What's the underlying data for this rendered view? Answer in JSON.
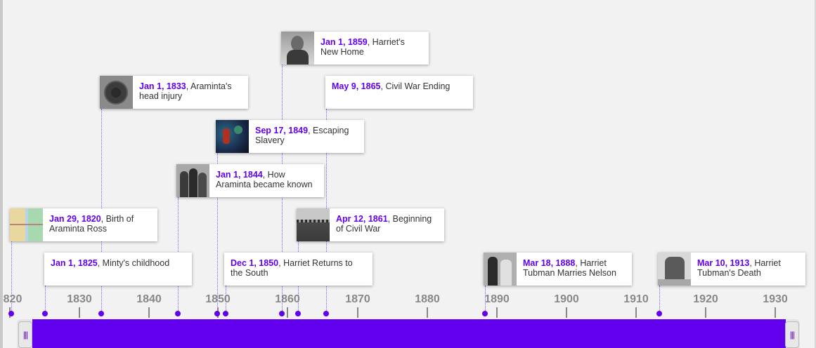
{
  "events": [
    {
      "date": "Jan 1, 1859",
      "title": "Harriet's New Home",
      "icon": "portrait-photo-icon"
    },
    {
      "date": "Jan 1, 1833",
      "title": "Araminta's head injury",
      "icon": "iron-weight-photo-icon"
    },
    {
      "date": "May 9, 1865",
      "title": "Civil War Ending"
    },
    {
      "date": "Sep 17, 1849",
      "title": "Escaping Slavery",
      "icon": "painting-icon"
    },
    {
      "date": "Jan 1, 1844",
      "title": "How Araminta became known",
      "icon": "group-photo-icon"
    },
    {
      "date": "Jan 29, 1820",
      "title": "Birth of Araminta Ross",
      "icon": "map-icon"
    },
    {
      "date": "Apr 12, 1861",
      "title": "Beginning of Civil War",
      "icon": "soldiers-photo-icon"
    },
    {
      "date": "Jan 1, 1825",
      "title": "Minty's childhood"
    },
    {
      "date": "Dec 1, 1850",
      "title": "Harriet Returns to the South"
    },
    {
      "date": "Mar 18, 1888",
      "title": "Harriet Tubman Marries Nelson",
      "icon": "wedding-photo-icon"
    },
    {
      "date": "Mar 10, 1913",
      "title": "Harriet Tubman's Death",
      "icon": "gravestone-photo-icon"
    }
  ],
  "axis": {
    "labels": [
      "820",
      "1830",
      "1840",
      "1850",
      "1860",
      "1870",
      "1880",
      "1890",
      "1900",
      "1910",
      "1920",
      "1930"
    ]
  },
  "colors": {
    "accent": "#6200ee",
    "axis": "#888888",
    "background": "#f2f2f2"
  }
}
